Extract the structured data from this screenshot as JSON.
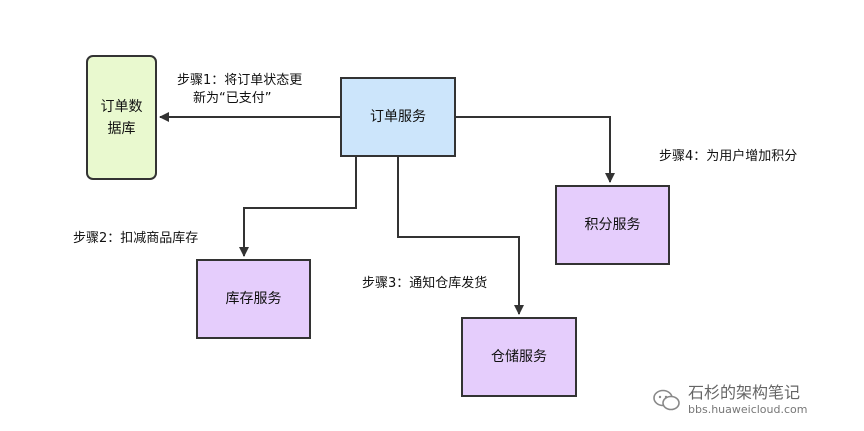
{
  "nodes": {
    "order_db": "订单数据库",
    "order_db_line1": "订单数",
    "order_db_line2": "据库",
    "order_service": "订单服务",
    "stock_service": "库存服务",
    "warehouse_service": "仓储服务",
    "points_service": "积分服务"
  },
  "steps": {
    "step1_line1": "步骤1：将订单状态更",
    "step1_line2": "新为“已支付”",
    "step2": "步骤2：扣减商品库存",
    "step3": "步骤3：通知仓库发货",
    "step4": "步骤4：为用户增加积分"
  },
  "watermark": {
    "title": "石杉的架构笔记",
    "site": "bbs.huaweicloud.com"
  },
  "colors": {
    "db_fill": "#e9f9cf",
    "order_fill": "#cce5fb",
    "service_fill": "#e5cdfc",
    "stroke": "#333333"
  }
}
